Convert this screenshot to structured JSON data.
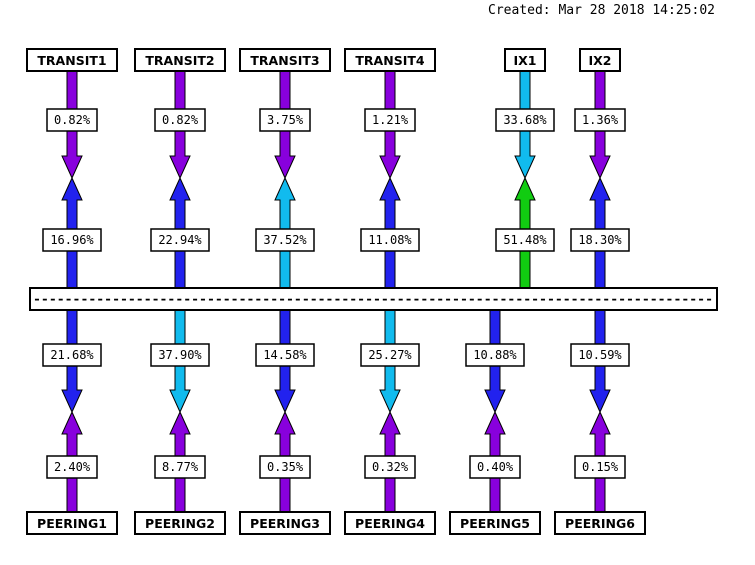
{
  "created": "Created: Mar 28 2018 14:25:02",
  "bus_label": "--------------------------------------------------------------------------------------",
  "colors": {
    "purple": "#8800dd",
    "blue": "#2222ee",
    "cyan": "#11bbee",
    "green": "#11cc11"
  },
  "top_links": [
    {
      "node": "TRANSIT1",
      "down": {
        "value": "0.82%",
        "color": "purple"
      },
      "up": {
        "value": "16.96%",
        "color": "blue"
      }
    },
    {
      "node": "TRANSIT2",
      "down": {
        "value": "0.82%",
        "color": "purple"
      },
      "up": {
        "value": "22.94%",
        "color": "blue"
      }
    },
    {
      "node": "TRANSIT3",
      "down": {
        "value": "3.75%",
        "color": "purple"
      },
      "up": {
        "value": "37.52%",
        "color": "cyan"
      }
    },
    {
      "node": "TRANSIT4",
      "down": {
        "value": "1.21%",
        "color": "purple"
      },
      "up": {
        "value": "11.08%",
        "color": "blue"
      }
    },
    {
      "node": "IX1",
      "down": {
        "value": "33.68%",
        "color": "cyan"
      },
      "up": {
        "value": "51.48%",
        "color": "green"
      }
    },
    {
      "node": "IX2",
      "down": {
        "value": "1.36%",
        "color": "purple"
      },
      "up": {
        "value": "18.30%",
        "color": "blue"
      }
    }
  ],
  "bottom_links": [
    {
      "node": "PEERING1",
      "down": {
        "value": "21.68%",
        "color": "blue"
      },
      "up": {
        "value": "2.40%",
        "color": "purple"
      }
    },
    {
      "node": "PEERING2",
      "down": {
        "value": "37.90%",
        "color": "cyan"
      },
      "up": {
        "value": "8.77%",
        "color": "purple"
      }
    },
    {
      "node": "PEERING3",
      "down": {
        "value": "14.58%",
        "color": "blue"
      },
      "up": {
        "value": "0.35%",
        "color": "purple"
      }
    },
    {
      "node": "PEERING4",
      "down": {
        "value": "25.27%",
        "color": "cyan"
      },
      "up": {
        "value": "0.32%",
        "color": "purple"
      }
    },
    {
      "node": "PEERING5",
      "down": {
        "value": "10.88%",
        "color": "blue"
      },
      "up": {
        "value": "0.40%",
        "color": "purple"
      }
    },
    {
      "node": "PEERING6",
      "down": {
        "value": "10.59%",
        "color": "blue"
      },
      "up": {
        "value": "0.15%",
        "color": "purple"
      }
    }
  ]
}
